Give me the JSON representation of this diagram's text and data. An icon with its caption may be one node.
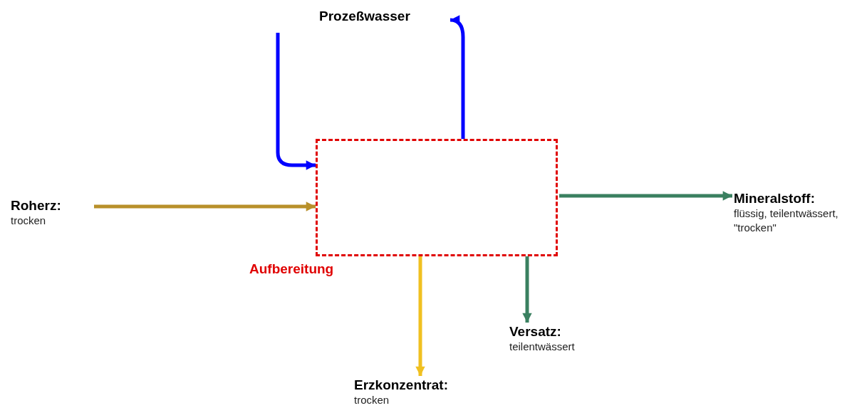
{
  "diagram": {
    "nodes": [
      {
        "text": [
          "Aufbereitung"
        ]
      },
      {
        "text": [
          "Roherz:",
          "trocken"
        ]
      },
      {
        "text": [
          "Prozeßwasser"
        ]
      },
      {
        "text": [
          "Mineralstoff:",
          "flüssig, teilentwässert, \"trocken\""
        ]
      },
      {
        "text": [
          "Versatz:",
          "teilentwässert"
        ]
      },
      {
        "text": [
          "Erzkonzentrat:",
          "trocken"
        ]
      }
    ],
    "edges": [
      {
        "from": 1,
        "to": 0,
        "arrow": "to",
        "color": "#b8902a"
      },
      {
        "from": 2,
        "to": 0,
        "arrow": "to",
        "color": "#0000ff"
      },
      {
        "from": 0,
        "to": 2,
        "arrow": "to",
        "color": "#0000ff"
      },
      {
        "from": 0,
        "to": 3,
        "arrow": "to",
        "color": "#3a8060"
      },
      {
        "from": 0,
        "to": 4,
        "arrow": "to",
        "color": "#3a8060"
      },
      {
        "from": 0,
        "to": 5,
        "arrow": "to",
        "color": "#f0c020"
      }
    ]
  }
}
